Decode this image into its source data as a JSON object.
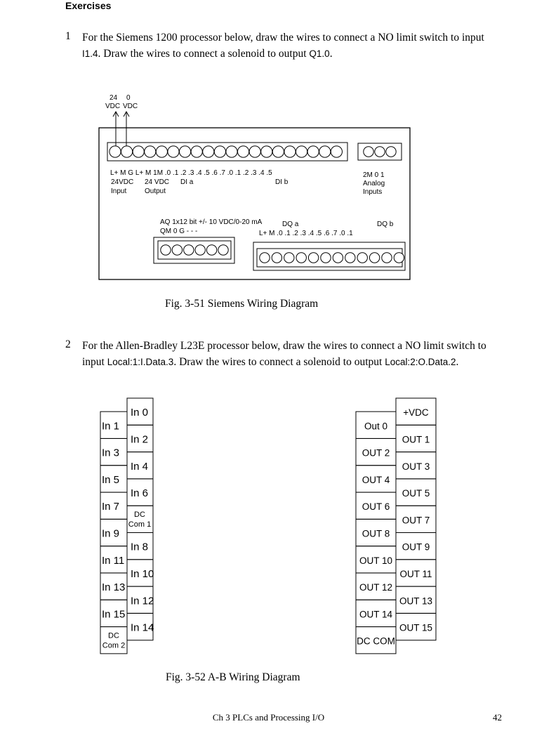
{
  "heading": "Exercises",
  "q1": {
    "number": "1",
    "text_a": "For the Siemens 1200 processor below, draw the wires to connect a NO limit switch to input",
    "input_ref": "I1.4",
    "text_b": ". Draw the wires to connect a solenoid to output ",
    "output_ref": "Q1.0",
    "text_c": "."
  },
  "siemens": {
    "supply_24": "24",
    "supply_0": "0",
    "supply_vdc1": "VDC",
    "supply_vdc2": "VDC",
    "top_labels": "L+ M  G  L+ M 1M .0  .1  .2  .3  .4  .5  .6  .7  .0  .1  .2  .3  .4  .5",
    "label_24vdc_input_1": "24VDC",
    "label_24vdc_input_2": "Input",
    "label_24vdc_output_1": "24 VDC",
    "label_24vdc_output_2": "Output",
    "label_dia": "DI a",
    "label_dib": "DI b",
    "analog_terms": "2M  0   1",
    "analog_label_1": "Analog",
    "analog_label_2": "Inputs",
    "aq_label": "AQ 1x12 bit +/- 10 VDC/0-20 mA",
    "aq_terms": "QM 0  G   -   -   -",
    "dqa_label": "DQ a",
    "dqb_label": "DQ b",
    "dq_terms": "L+ M  .0  .1  .2  .3  .4  .5  .6  .7  .0  .1"
  },
  "fig1_caption": "Fig. 3-51  Siemens Wiring Diagram",
  "q2": {
    "number": "2",
    "text_a": "For the Allen-Bradley L23E processor below, draw the wires to connect a NO limit switch to",
    "text_b": "input ",
    "input_ref": "Local:1:I.Data.3",
    "text_c": ".  Draw the wires to connect a solenoid to output ",
    "output_ref": "Local:2:O.Data.2",
    "text_d": "."
  },
  "ab_inputs": {
    "left": [
      "In 1",
      "In 3",
      "In 5",
      "In 7",
      "In 9",
      "In 11",
      "In 13",
      "In 15"
    ],
    "right": [
      "In 0",
      "In 2",
      "In 4",
      "In 6",
      "In 8",
      "In 10",
      "In 12",
      "In 14"
    ],
    "dc_com1_a": "DC",
    "dc_com1_b": "Com 1",
    "dc_com2_a": "DC",
    "dc_com2_b": "Com 2"
  },
  "ab_outputs": {
    "left": [
      "Out 0",
      "OUT 2",
      "OUT 4",
      "OUT 6",
      "OUT 8",
      "OUT 10",
      "OUT 12",
      "OUT 14",
      "DC COM"
    ],
    "right": [
      "+VDC",
      "OUT 1",
      "OUT 3",
      "OUT 5",
      "OUT 7",
      "OUT 9",
      "OUT 11",
      "OUT 13",
      "OUT 15"
    ]
  },
  "fig2_caption": "Fig. 3-52  A-B Wiring Diagram",
  "footer": {
    "center": "Ch 3 PLCs and Processing I/O",
    "page": "42"
  }
}
